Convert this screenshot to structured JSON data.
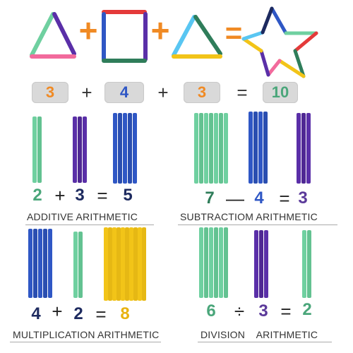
{
  "colors": {
    "orange": "#f08a24",
    "teal": "#4aa67a",
    "navy": "#1d2a5f",
    "dark_green": "#2f7d5a",
    "purple": "#5b3a9a",
    "gold": "#e8b20f",
    "green_stick": "#6fd0a0",
    "purple_stick": "#5a2fa8",
    "blue_stick": "#2f57c5",
    "yellow_stick": "#f2c418",
    "pink_stick": "#f26a9c",
    "red_stick": "#e43a3a",
    "light_blue_stick": "#59c6f2"
  },
  "top_row": {
    "box1": "3",
    "plus1": "+",
    "box2": "4",
    "plus2": "+",
    "box3": "3",
    "equals": "=",
    "box4": "10"
  },
  "panels": {
    "additive": {
      "a": "2",
      "op": "+",
      "b": "3",
      "eq": "=",
      "result": "5",
      "caption": "ADDITIVE ARITHMETIC"
    },
    "subtraction": {
      "a": "7",
      "op": "—",
      "b": "4",
      "eq": "=",
      "result": "3",
      "caption": "SUBTRACTIOM ARITHMETIC"
    },
    "multiplication": {
      "a": "4",
      "op": "+",
      "b": "2",
      "eq": "=",
      "result": "8",
      "caption": "MULTIPLICATION  ARITHMETIC"
    },
    "division": {
      "a": "6",
      "op": "÷",
      "b": "3",
      "eq": "=",
      "result": "2",
      "caption": "DIVISION    ARITHMETIC"
    }
  },
  "top_shapes": {
    "plus1": "+",
    "plus2": "+",
    "equals": "="
  }
}
